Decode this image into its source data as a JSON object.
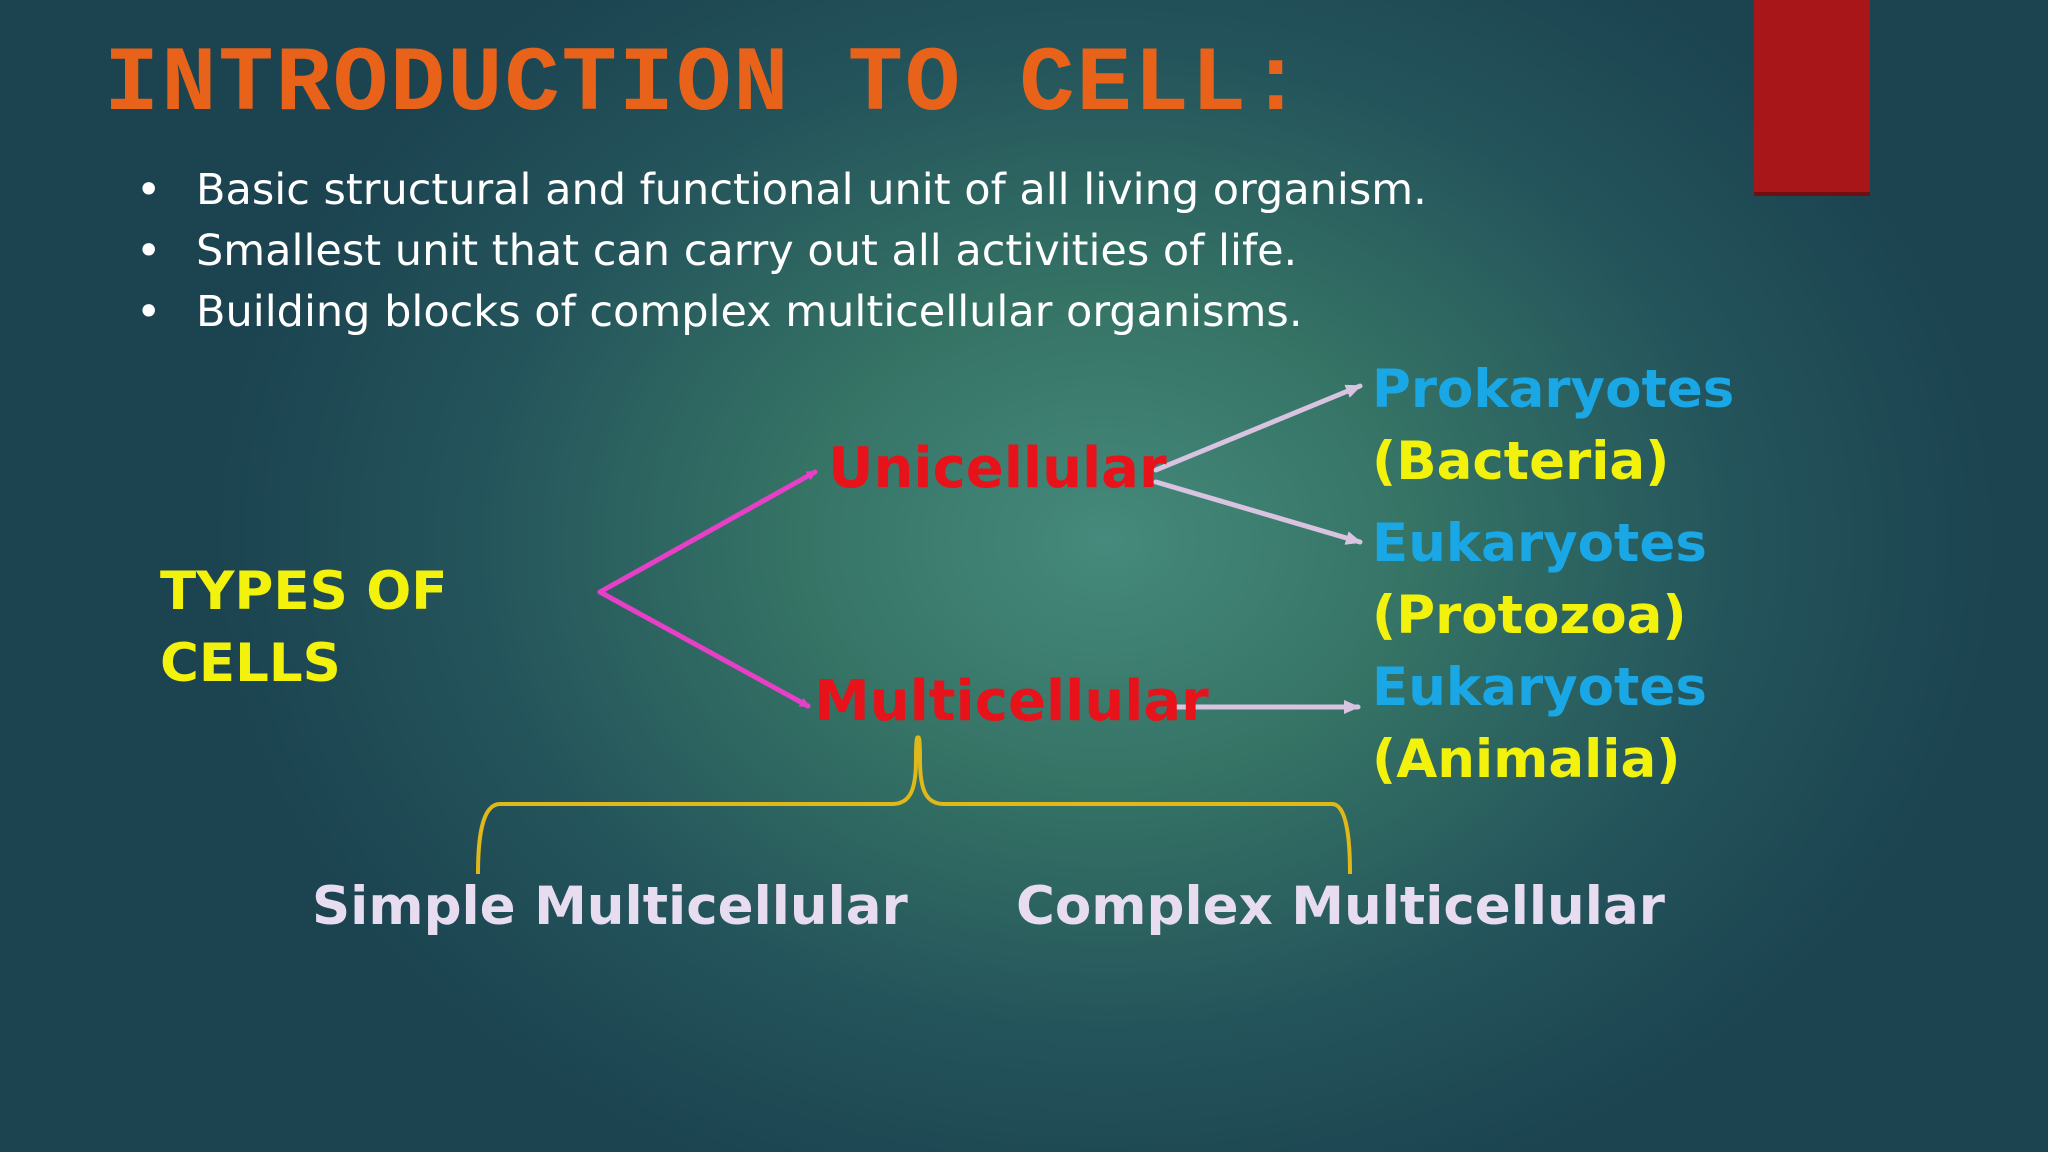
{
  "slide": {
    "title": "INTRODUCTION TO CELL:",
    "bullets": [
      {
        "marker": "•",
        "text": "Basic structural and functional unit of all living organism."
      },
      {
        "marker": "•",
        "text": "Smallest unit that can carry out all activities of life."
      },
      {
        "marker": "•",
        "text": "Building blocks of complex multicellular organisms."
      }
    ]
  },
  "diagram": {
    "root": {
      "line1": "TYPES OF",
      "line2": "CELLS"
    },
    "unicellular": "Unicellular",
    "multicellular": "Multicellular",
    "unicellular_children": [
      {
        "name": "Prokaryotes",
        "group": "(Bacteria)"
      },
      {
        "name": "Eukaryotes",
        "group": "(Protozoa)"
      }
    ],
    "multicellular_child": {
      "name": "Eukaryotes",
      "group": "(Animalia)"
    },
    "multicellular_subtypes": [
      "Simple Multicellular",
      "Complex Multicellular"
    ]
  },
  "colors": {
    "title": "#e8621a",
    "red_accent": "#a8161a",
    "type_labels": "#e8121b",
    "root_label": "#f2f20c",
    "organism_names": "#1aa7e6",
    "group_names": "#f2f20c",
    "pink_arrows": "#e83fc8",
    "lavender_arrows": "#d8c4e0",
    "brace": "#e0b81a"
  }
}
